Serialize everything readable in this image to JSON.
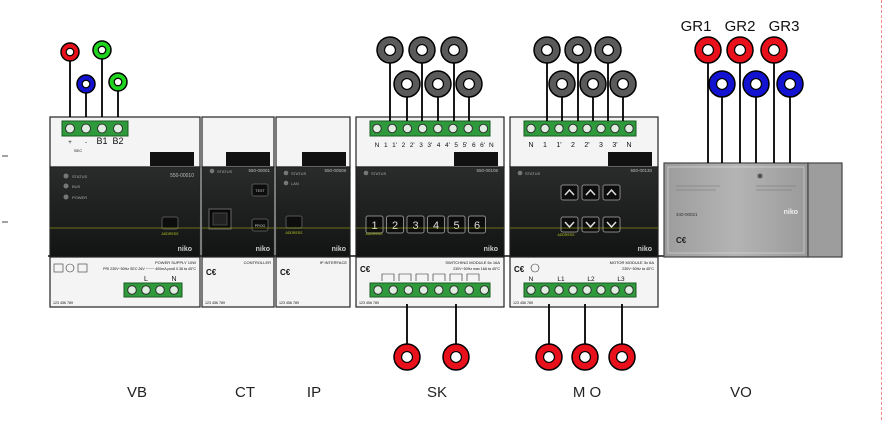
{
  "colors": {
    "red": "#e8101a",
    "blue": "#1212d0",
    "green": "#1fd31f",
    "gray": "#5a5a5a",
    "terminal_green": "#2e9a3c",
    "module_front": "#1b1c1c",
    "accent_line": "#b6c21c"
  },
  "modules": {
    "vb": {
      "name": "VB",
      "code": "550-00010",
      "leds": [
        "STATUS",
        "BUS",
        "POWER"
      ],
      "terminals_top": [
        "+",
        "-",
        "B1",
        "B2"
      ],
      "top_note": "SEC",
      "title": "POWER SUPPLY 10W",
      "spec": "PRI 230V~50Hz SEC 26V ~~~~ 400mA pcs8 0.38 ta 45°C",
      "button": "ADDRESS",
      "terminals_bottom": [
        "L",
        "N"
      ],
      "serial": "123 456 789"
    },
    "ct": {
      "name": "CT",
      "code": "550-00001",
      "leds": [
        "STATUS"
      ],
      "buttons": [
        "TEST",
        "PROG"
      ],
      "title": "CONTROLLER",
      "serial": "123 456 789"
    },
    "ip": {
      "name": "IP",
      "code": "550-00508",
      "leds": [
        "STATUS",
        "LAN"
      ],
      "button": "ADDRESS",
      "title": "IP INTERFACE",
      "serial": "123 456 789"
    },
    "sk": {
      "name": "SK",
      "code": "550-00106",
      "leds": [
        "STATUS"
      ],
      "channels": [
        "1",
        "2",
        "3",
        "4",
        "5",
        "6"
      ],
      "terminals_top": [
        "N",
        "1",
        "1'",
        "2",
        "2'",
        "3",
        "3'",
        "4",
        "4'",
        "5",
        "5'",
        "6",
        "6'",
        "N"
      ],
      "title": "SWITCHING MODULE 6x 16A",
      "spec": "230V~50Hz max 16A ta 45°C",
      "button": "ADDRESS",
      "serial": "123 456 789"
    },
    "mo": {
      "name": "M O",
      "code": "550-00130",
      "leds": [
        "STATUS"
      ],
      "terminals_top": [
        "N",
        "1",
        "1'",
        "2",
        "2'",
        "3",
        "3'",
        "N"
      ],
      "terminals_bottom": [
        "N",
        "L1",
        "L2",
        "L3"
      ],
      "title": "MOTOR MODULE 3x 6A",
      "spec": "230V~50Hz ta 45°C",
      "button": "ADDRESS",
      "serial": "123 456 789"
    },
    "vo": {
      "name": "VO",
      "code": "340-00021",
      "groups": [
        "GR1",
        "GR2",
        "GR3"
      ]
    }
  },
  "brand": "niko"
}
